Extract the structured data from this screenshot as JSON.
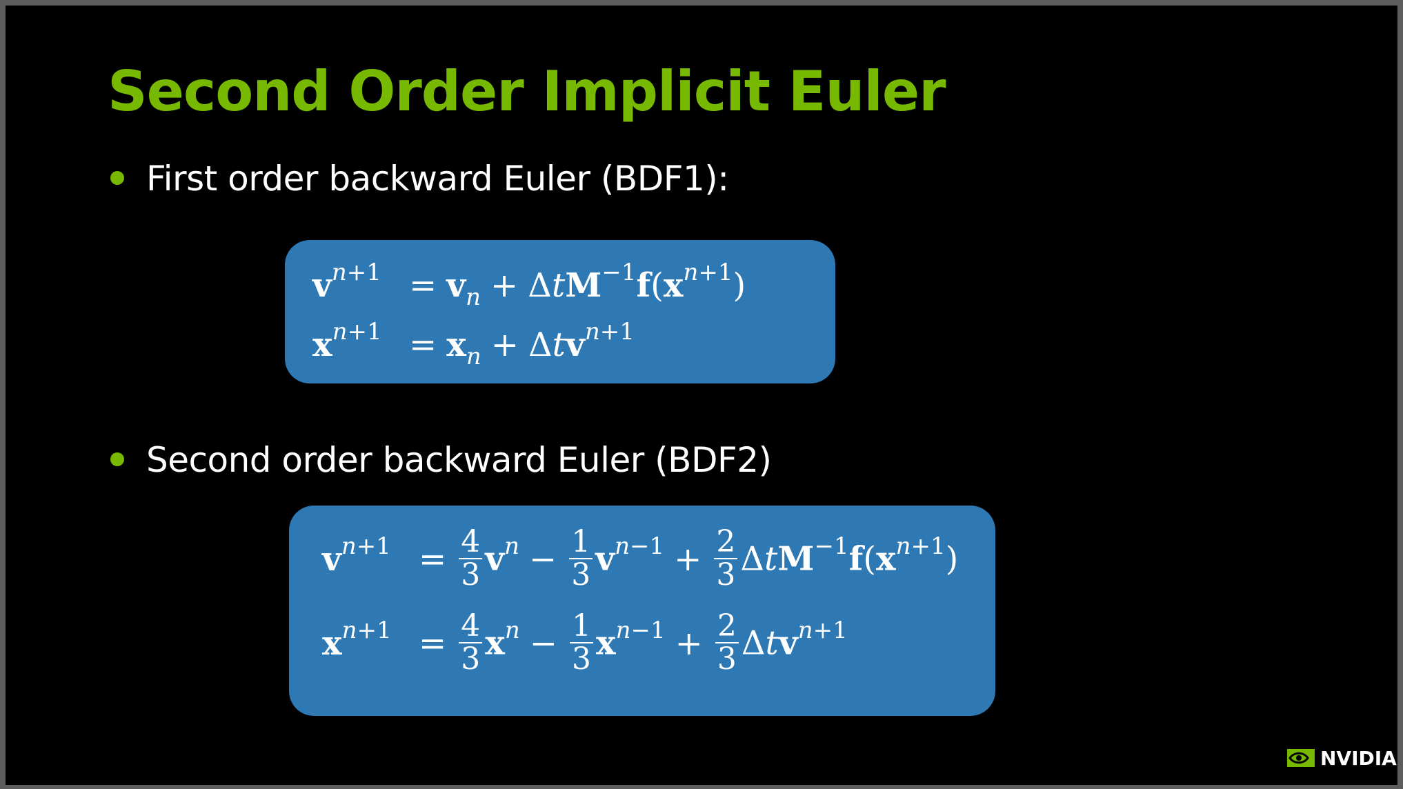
{
  "slide": {
    "title": "Second Order Implicit Euler",
    "bullets": [
      "First order backward Euler (BDF1):",
      "Second order backward Euler (BDF2)"
    ],
    "logo_text": "NVIDIA",
    "colors": {
      "title": "#76b900",
      "bullet_dot": "#76b900",
      "equation_box": "#2e78b4",
      "background": "#000000"
    }
  },
  "equations": {
    "bdf1": [
      "v^{n+1} = v_n + ΔtM^{-1} f(x^{n+1})",
      "x^{n+1} = x_n + Δt v^{n+1}"
    ],
    "bdf2": [
      "v^{n+1} = 4/3 v^n − 1/3 v^{n−1} + 2/3 ΔtM^{-1} f(x^{n+1})",
      "x^{n+1} = 4/3 x^n − 1/3 x^{n−1} + 2/3 Δt v^{n+1}"
    ]
  }
}
